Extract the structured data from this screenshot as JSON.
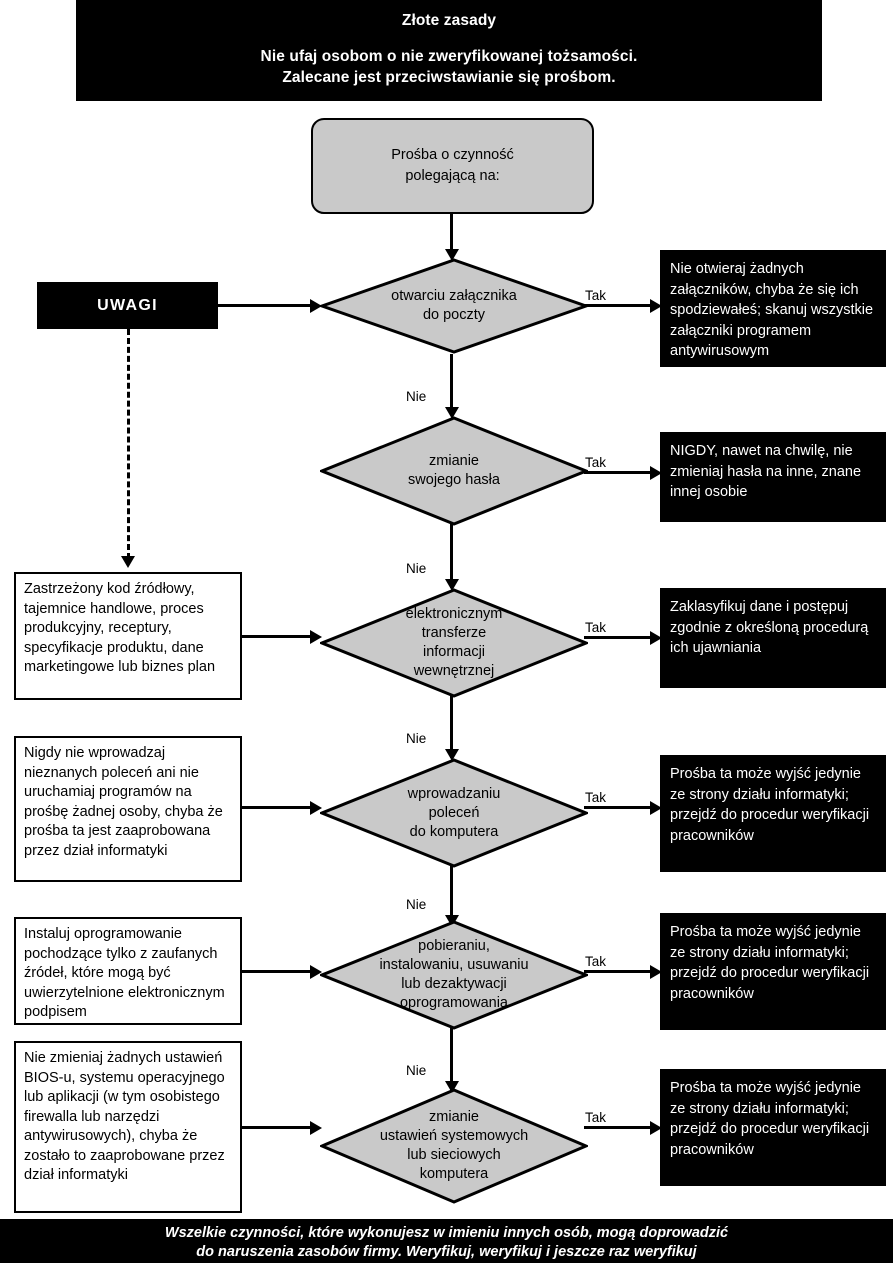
{
  "header": {
    "title": "Złote zasady",
    "subtitle": "Nie ufaj osobom o nie zweryfikowanej tożsamości.\nZalecane jest przeciwstawianie się prośbom."
  },
  "footer": {
    "text": "Wszelkie czynności, które wykonujesz w imieniu innych osób, mogą doprowadzić\ndo naruszenia zasobów firmy. Weryfikuj, weryfikuj i jeszcze raz weryfikuj"
  },
  "start": {
    "label": "Prośba o czynność\npolegającą na:"
  },
  "notes_box": {
    "label": "UWAGI"
  },
  "edge_labels": {
    "yes": "Tak",
    "no": "Nie"
  },
  "rows": [
    {
      "id": "email-attachment",
      "decision": "otwarciu załącznika\ndo poczty",
      "yes_action": "Nie otwieraj żadnych załączników, chyba że się ich spodziewałeś; skanuj wszystkie załączniki programem antywirusowym",
      "note": null
    },
    {
      "id": "password-change",
      "decision": "zmianie\nswojego hasła",
      "yes_action": "NIGDY, nawet na chwilę, nie zmieniaj hasła na inne, znane innej osobie",
      "note": null
    },
    {
      "id": "internal-info-transfer",
      "decision": "elektronicznym\ntransferze\ninformacji\nwewnętrznej",
      "yes_action": "Zaklasyfikuj dane i postępuj zgodnie z określoną procedurą ich ujawniania",
      "note": "Zastrzeżony kod źródłowy, tajemnice handlowe, proces produkcyjny, receptury, specyfikacje produktu, dane marketingowe lub biznes plan"
    },
    {
      "id": "computer-commands",
      "decision": "wprowadzaniu\npoleceń\ndo komputera",
      "yes_action": "Prośba ta może wyjść jedynie ze strony działu informatyki; przejdź do procedur weryfikacji pracowników",
      "note": "Nigdy nie wprowadzaj nieznanych poleceń ani nie uruchamiaj programów na prośbę żadnej osoby, chyba że prośba ta jest zaaprobowana przez dział informatyki"
    },
    {
      "id": "software-management",
      "decision": "pobieraniu,\ninstalowaniu, usuwaniu\nlub dezaktywacji\noprogramowania",
      "yes_action": "Prośba ta może wyjść jedynie ze strony działu informatyki; przejdź do procedur weryfikacji pracowników",
      "note": "Instaluj oprogramowanie pochodzące tylko z zaufanych źródeł, które mogą być uwierzytelnione elektronicznym podpisem"
    },
    {
      "id": "system-network-settings",
      "decision": "zmianie\nustawień systemowych\nlub sieciowych\nkomputera",
      "yes_action": "Prośba ta może wyjść jedynie ze strony działu informatyki; przejdź do procedur weryfikacji pracowników",
      "note": "Nie zmieniaj żadnych ustawień BIOS-u, systemu operacyjnego lub aplikacji (w tym osobistego firewalla lub narzędzi antywirusowych), chyba że zostało to zaaprobowane przez dział informatyki"
    }
  ],
  "colors": {
    "banner_bg": "#000000",
    "banner_text": "#ffffff",
    "decision_fill": "#c9c9c9",
    "stroke": "#000000",
    "note_fill": "#ffffff"
  }
}
